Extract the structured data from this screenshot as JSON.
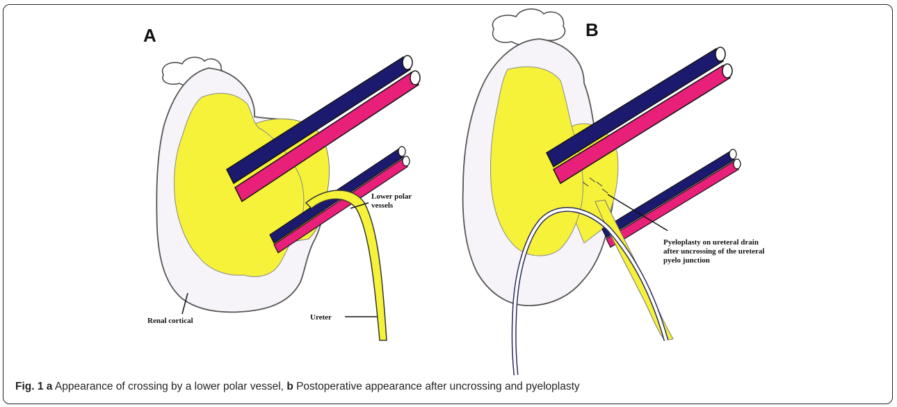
{
  "panels": {
    "a": {
      "letter": "A",
      "labels": {
        "lower_polar_vessels_line1": "Lower polar",
        "lower_polar_vessels_line2": "vessels",
        "renal_cortical": "Renal cortical",
        "ureter": "Ureter"
      }
    },
    "b": {
      "letter": "B",
      "labels": {
        "pyeloplasty_line1": "Pyeloplasty on ureteral drain",
        "pyeloplasty_line2": "after uncrossing of the ureteral",
        "pyeloplasty_line3": "pyelo junction"
      }
    }
  },
  "caption": {
    "fig_label": "Fig. 1",
    "a_letter": "a",
    "a_text": "Appearance of crossing by a lower polar vessel,",
    "b_letter": "b",
    "b_text": "Postoperative appearance after uncrossing and pyeloplasty"
  },
  "colors": {
    "yellow": "#f6f23a",
    "pink": "#e8207a",
    "navy": "#1c1a6e",
    "cortex_stroke": "#555",
    "cortex_fill": "#f4f2f6"
  }
}
